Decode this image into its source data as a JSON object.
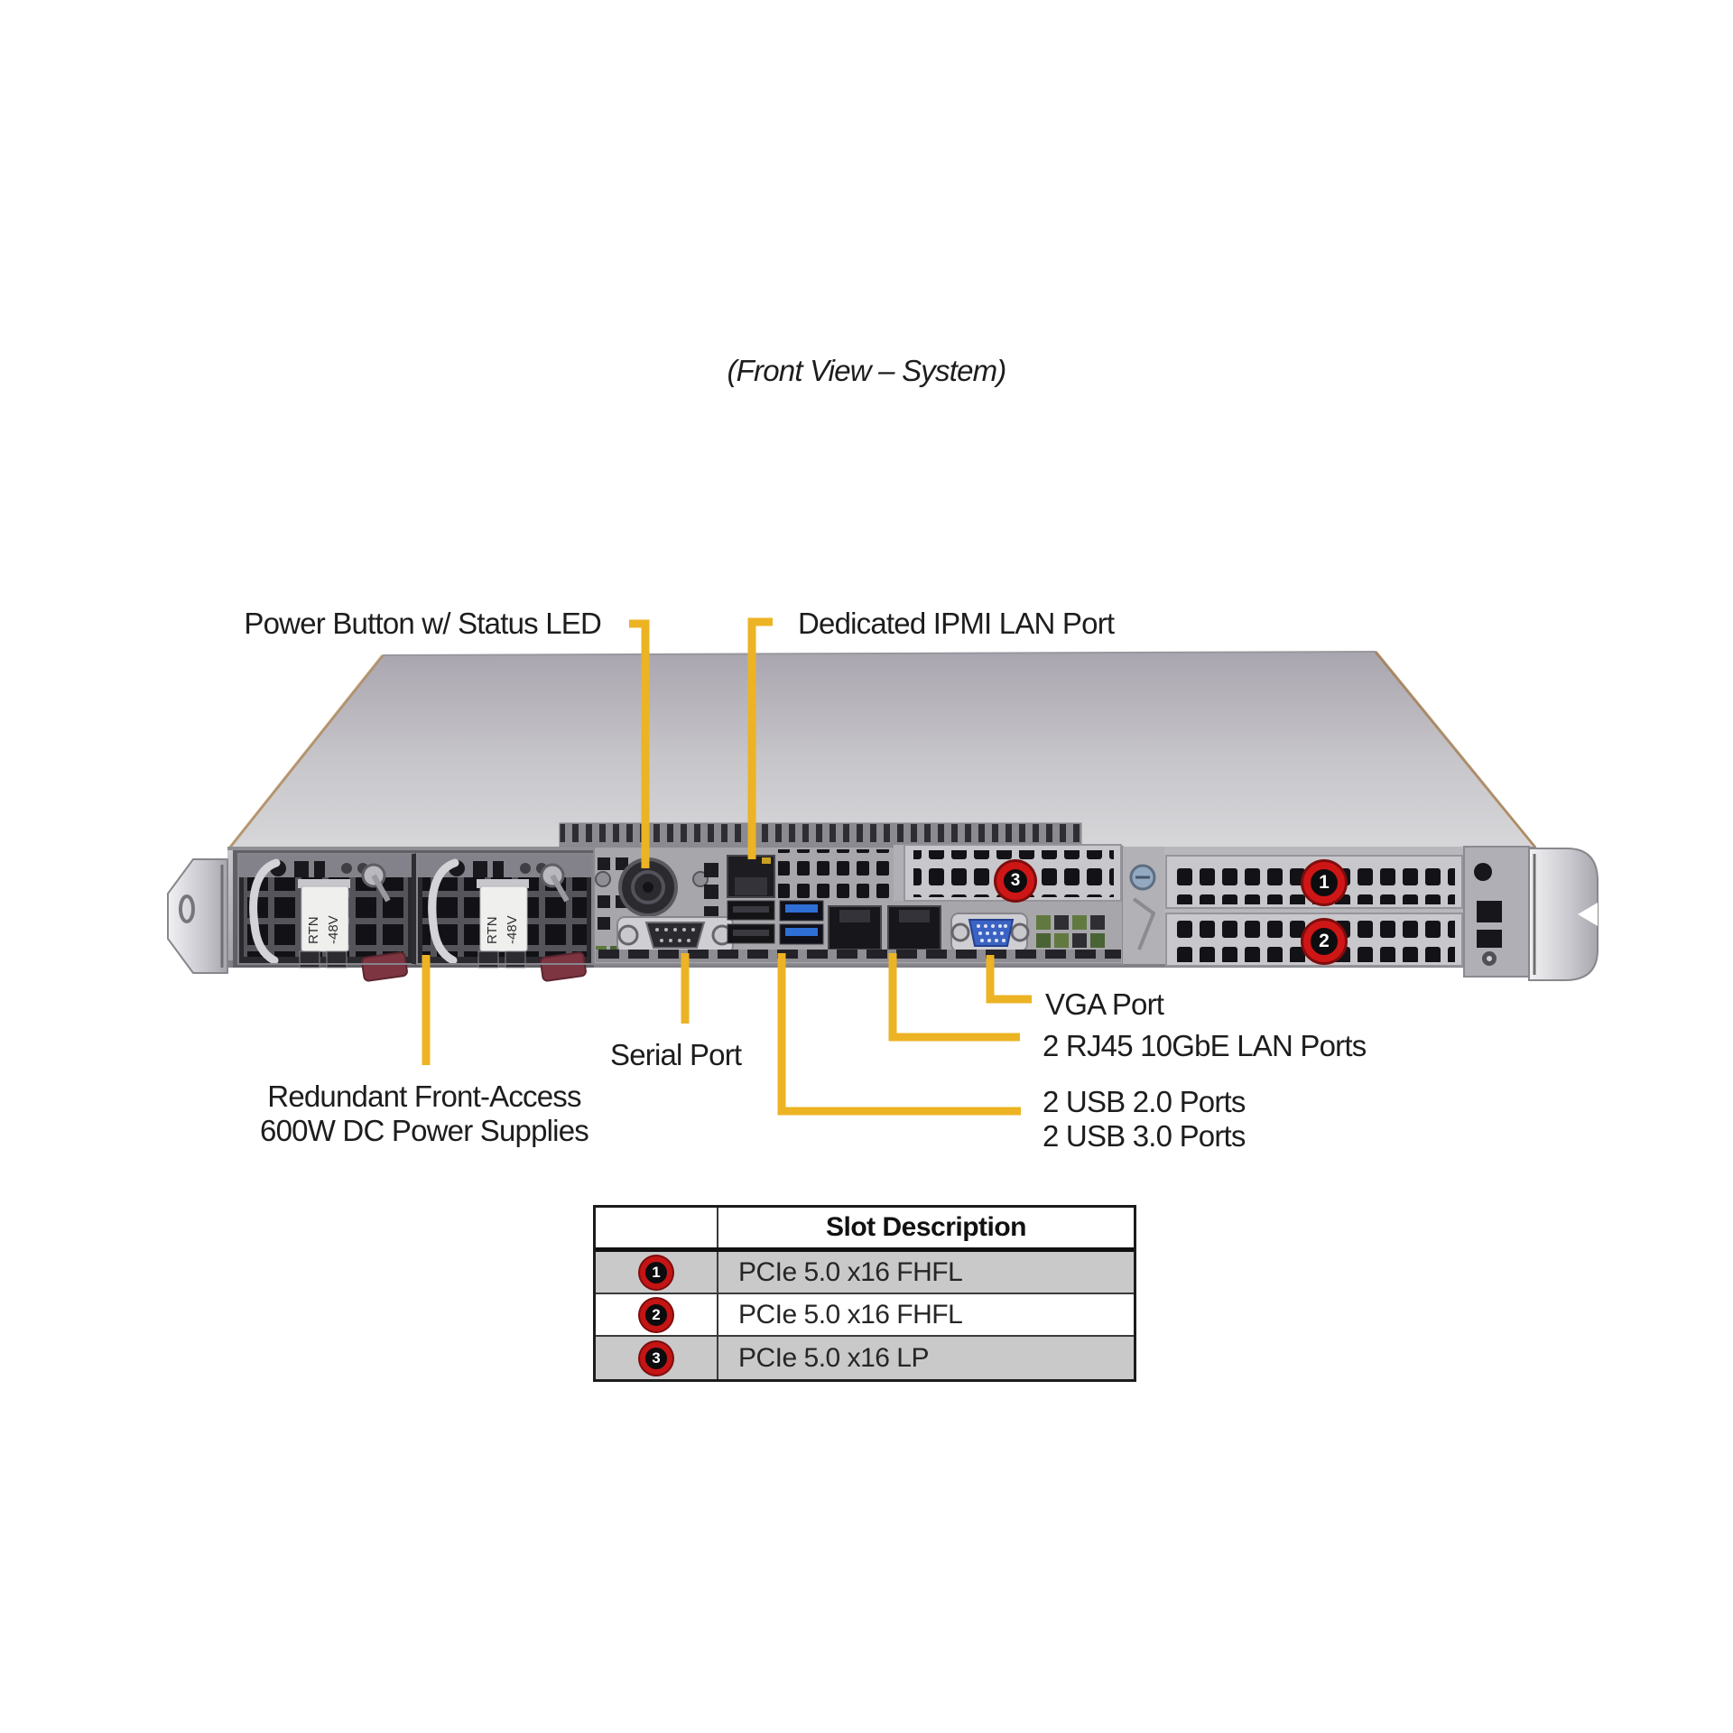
{
  "title": "(Front View – System)",
  "labels": {
    "power_button": "Power Button w/ Status LED",
    "ipmi_lan": "Dedicated IPMI LAN Port",
    "vga": "VGA Port",
    "lan": "2 RJ45 10GbE LAN Ports",
    "serial": "Serial Port",
    "usb_line1": "2 USB 2.0 Ports",
    "usb_line2": "2 USB 3.0 Ports",
    "psu_line1": "Redundant Front-Access",
    "psu_line2": "600W DC Power Supplies"
  },
  "slot_markers": {
    "slot1": "1",
    "slot2": "2",
    "slot3": "3"
  },
  "psu": {
    "terminal_labels": [
      "RTN",
      "-48V"
    ]
  },
  "table": {
    "header": "Slot Description",
    "rows": [
      {
        "badge": "1",
        "description": "PCIe 5.0 x16 FHFL"
      },
      {
        "badge": "2",
        "description": "PCIe 5.0 x16 FHFL"
      },
      {
        "badge": "3",
        "description": "PCIe 5.0 x16 LP"
      }
    ]
  },
  "colors": {
    "callout_yellow": "#ecb324",
    "marker_red": "#cf1616",
    "table_alt_row": "#c9c9c9"
  }
}
